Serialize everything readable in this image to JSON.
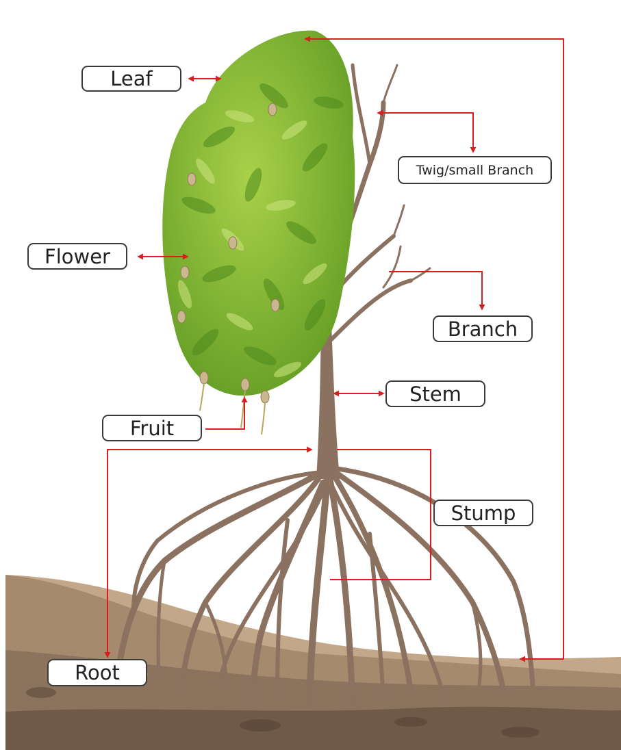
{
  "labels": {
    "leaf": "Leaf",
    "twig": "Twig/small Branch",
    "flower": "Flower",
    "branch": "Branch",
    "stem": "Stem",
    "fruit": "Fruit",
    "stump": "Stump",
    "root": "Root"
  },
  "colors": {
    "pointer": "#d81e1e",
    "trunk": "#8b7160",
    "foliage": "#7cb32b",
    "soil_dark": "#7a6452",
    "soil_light": "#c2a888"
  }
}
